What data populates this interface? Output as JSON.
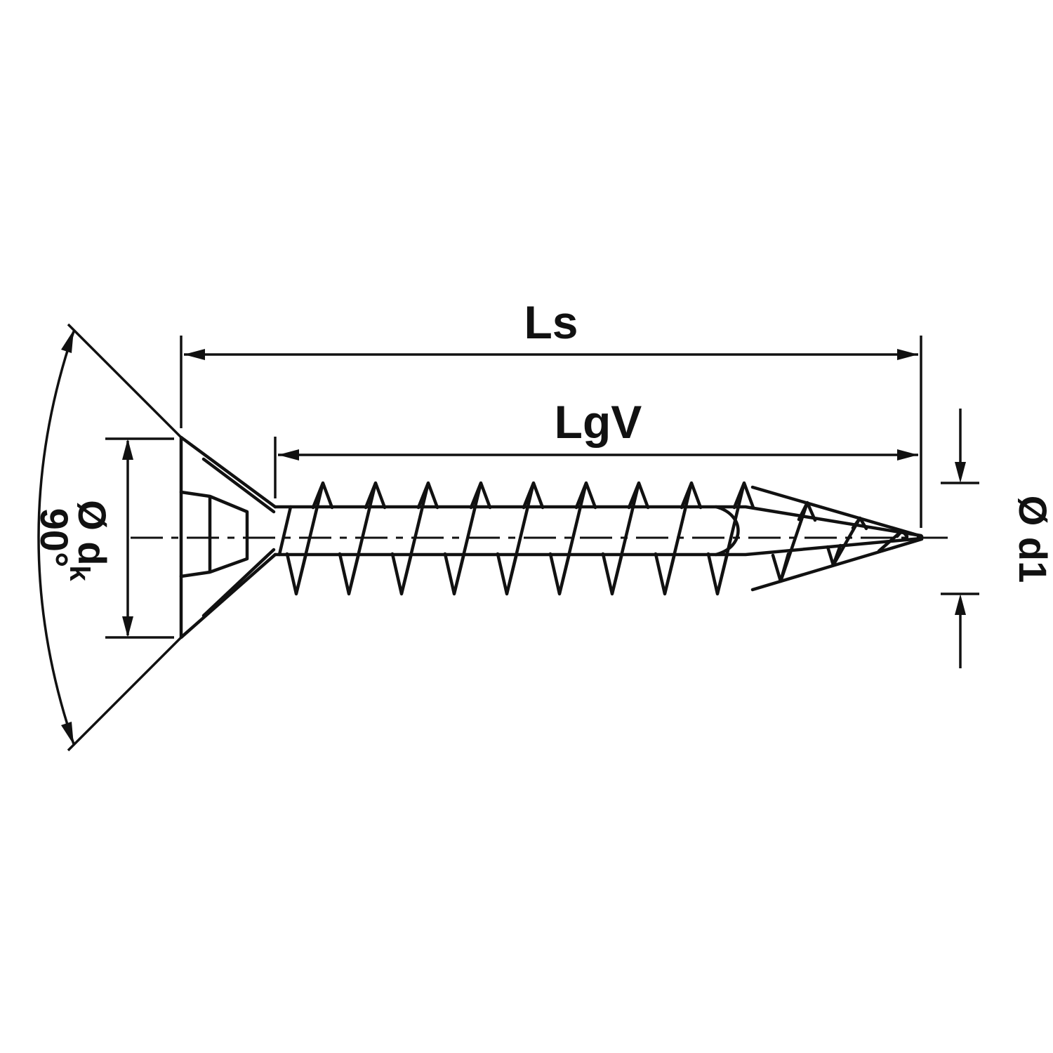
{
  "canvas": {
    "background": "#ffffff",
    "line_color": "#111111"
  },
  "diagram": {
    "labels": {
      "total_length": "Ls",
      "thread_length": "LgV",
      "head_angle": "90°",
      "head_diameter_prefix": "Ø d",
      "head_diameter_subscript": "k",
      "thread_diameter": "Ø d1"
    }
  }
}
